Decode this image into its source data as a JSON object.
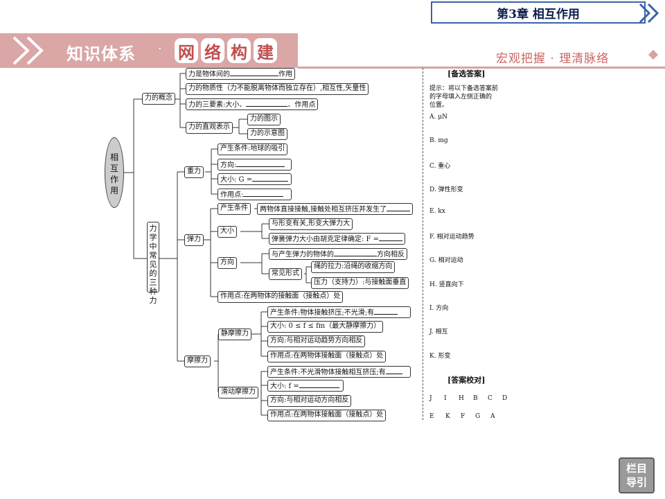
{
  "header": {
    "chapter": "第3章   相互作用",
    "banner_title": "知识体系",
    "banner_dot": "·",
    "banner_chars": [
      "网",
      "络",
      "构",
      "建"
    ],
    "banner_right": "宏观把握 · 理清脉络"
  },
  "map": {
    "root": "相互作用",
    "concept": {
      "label": "力的概念",
      "item1": "力是物体间的",
      "item1_tail": "作用",
      "item2": "力的物质性（力不能脱离物体而独立存在）,相互性,矢量性",
      "item3": "力的三要素:大小、",
      "item3_tail": "、作用点",
      "visual": "力的直观表示",
      "visual_a": "力的图示",
      "visual_b": "力的示意图"
    },
    "three_forces": "力学中常见的三种力",
    "gravity": {
      "label": "重力",
      "cond": "产生条件:地球的吸引",
      "dir": "方向:",
      "size": "大小: G =",
      "point": "作用点:"
    },
    "elastic": {
      "label": "弹力",
      "cond_label": "产生条件",
      "cond": "两物体直接接触,接触处相互挤压并发生了",
      "size_label": "大小",
      "size_a": "与形变有关,形变大弹力大",
      "size_b": "弹簧弹力大小由胡克定律确定: F =",
      "dir_label": "方向",
      "dir_a": "与产生弹力的物体的",
      "dir_a_tail": "方向相反",
      "forms_label": "常见形式",
      "form_a": "绳的拉力:沿绳的收缩方向",
      "form_b": "压力（支持力）:与接触面垂直",
      "point": "作用点:在两物体的接触面（接触点）处"
    },
    "friction": {
      "label": "摩擦力",
      "static_label": "静摩擦力",
      "static_cond": "产生条件:物体接触挤压;不光滑;有",
      "static_size": "大小: 0 ≤ f ≤ fm（最大静摩擦力）",
      "static_dir": "方向:与相对运动趋势方向相反",
      "static_point": "作用点:在两物体接触面（接触点）处",
      "slide_label": "滑动摩擦力",
      "slide_cond": "产生条件:不光滑物体接触相互挤压;有",
      "slide_size": "大小: f =",
      "slide_dir": "方向:与相对运动方向相反",
      "slide_point": "作用点:在两物体接触面（接触点）处"
    }
  },
  "answers": {
    "title": "[备选答案]",
    "hint": [
      "提示：将以下备选答案前",
      "的字母填入左侧正确的",
      "位置。"
    ],
    "options": [
      "A. μN",
      "B. mg",
      "C. 重心",
      "D. 弹性形变",
      "E. kx",
      "F. 相对运动趋势",
      "G. 相对运动",
      "H. 竖直向下",
      "I. 方向",
      "J. 相互",
      "K. 形变"
    ],
    "check_title": "[答案校对]",
    "check_row1": [
      "J",
      "I",
      "H",
      "B",
      "C",
      "D"
    ],
    "check_row2": [
      "E",
      "K",
      "F",
      "G",
      "A"
    ]
  },
  "nav": {
    "line1": "栏目",
    "line2": "导引"
  }
}
